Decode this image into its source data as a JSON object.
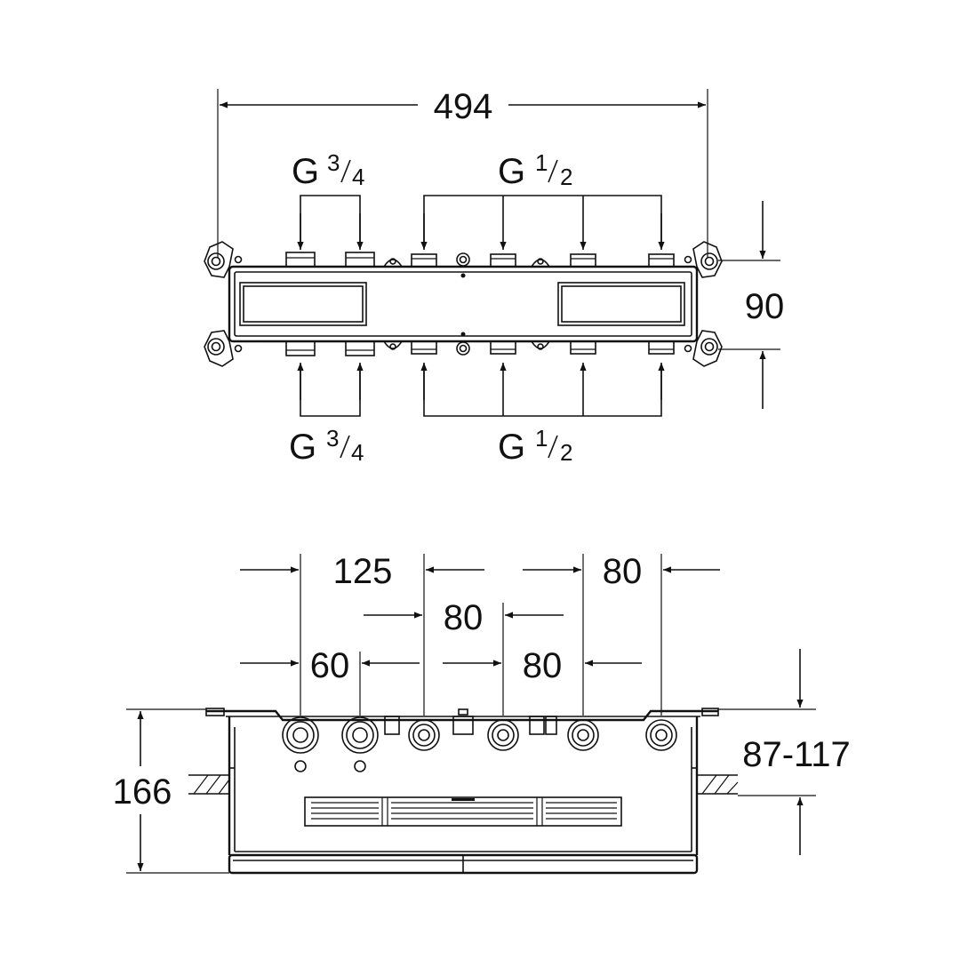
{
  "top_view": {
    "width_dim": "494",
    "height_dim": "90",
    "top_left_thread": {
      "letter": "G",
      "num": "3",
      "den": "4"
    },
    "top_right_thread": {
      "letter": "G",
      "num": "1",
      "den": "2"
    },
    "bottom_left_thread": {
      "letter": "G",
      "num": "3",
      "den": "4"
    },
    "bottom_right_thread": {
      "letter": "G",
      "num": "1",
      "den": "2"
    }
  },
  "side_view": {
    "spacing_125": "125",
    "spacing_80_top": "80",
    "spacing_80_mid": "80",
    "spacing_60": "60",
    "spacing_80_low": "80",
    "height_dim": "166",
    "depth_range": "87-117"
  }
}
